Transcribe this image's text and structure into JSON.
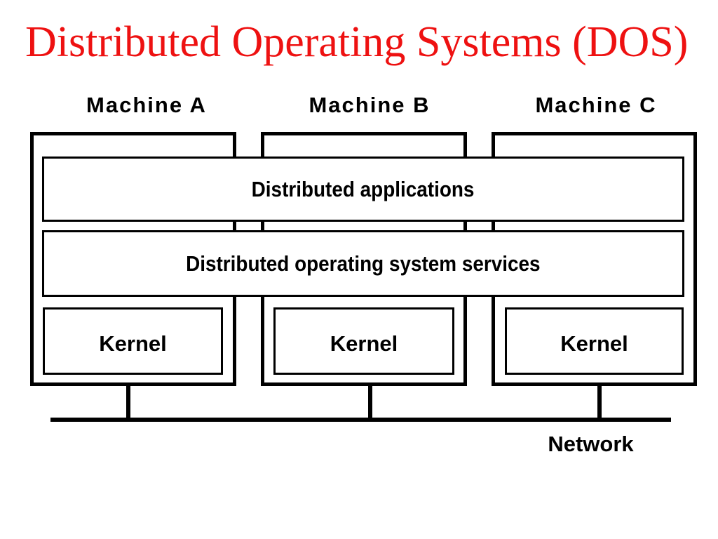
{
  "slide": {
    "title": "Distributed Operating Systems (DOS)"
  },
  "diagram": {
    "machines": [
      {
        "label": "Machine A",
        "kernel_label": "Kernel"
      },
      {
        "label": "Machine B",
        "kernel_label": "Kernel"
      },
      {
        "label": "Machine C",
        "kernel_label": "Kernel"
      }
    ],
    "layers": {
      "applications": "Distributed applications",
      "services": "Distributed operating system services"
    },
    "network_label": "Network"
  },
  "colors": {
    "title_red": "#ee1111",
    "diagram_black": "#000000",
    "background": "#ffffff"
  }
}
